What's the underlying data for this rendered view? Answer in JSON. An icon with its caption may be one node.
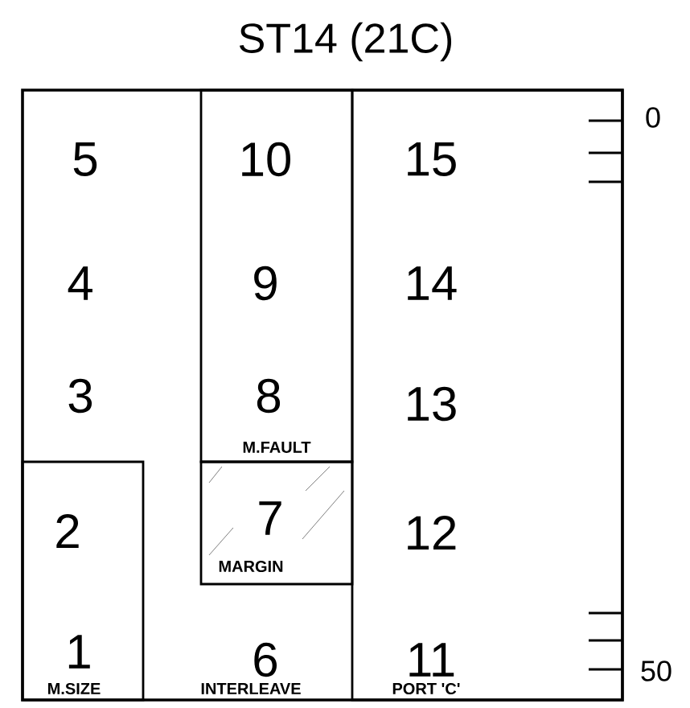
{
  "diagram": {
    "title": "ST14 (21C)",
    "nodes": [
      {
        "text": [],
        "shape": "box"
      },
      {
        "text": [
          "10",
          "9",
          "8",
          "M.FAULT"
        ],
        "in": 0
      },
      {
        "text": [
          "7",
          "MARGIN"
        ],
        "in": 0
      },
      {
        "text": [
          "2",
          "1",
          "M.SIZE"
        ],
        "in": 0
      },
      {
        "text": [
          "15",
          "14",
          "13",
          "12",
          "11",
          "PORT 'C'"
        ],
        "in": 0
      }
    ],
    "edges": [],
    "labels": [
      "0",
      "5",
      "4",
      "3",
      "6",
      "INTERLEAVE",
      "50"
    ]
  }
}
